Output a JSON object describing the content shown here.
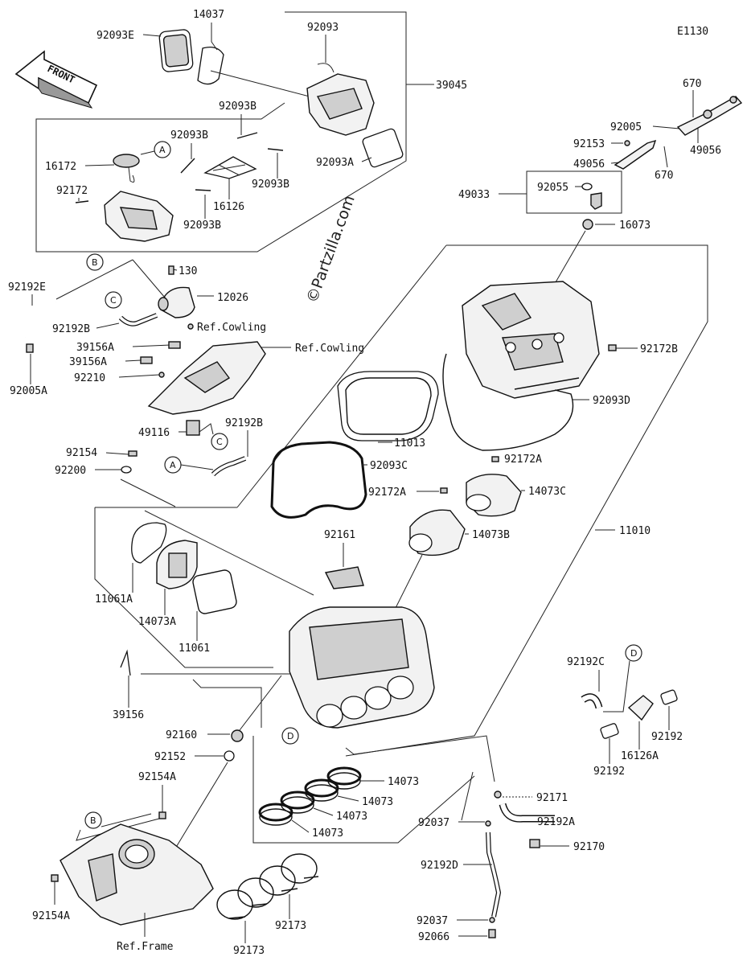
{
  "diagram_code": "E1130",
  "watermark": "©Partzilla.com",
  "front_label": "FRONT",
  "labels": {
    "p92093E": "92093E",
    "p14037": "14037",
    "p92093": "92093",
    "p39045": "39045",
    "p92093B_a": "92093B",
    "p92093B_b": "92093B",
    "p92093B_c": "92093B",
    "p92093B_d": "92093B",
    "p16172": "16172",
    "p92172": "92172",
    "p16126": "16126",
    "p92093A": "92093A",
    "p670_a": "670",
    "p670_b": "670",
    "p92005": "92005",
    "p92153": "92153",
    "p49056_a": "49056",
    "p49056_b": "49056",
    "p49033": "49033",
    "p92055": "92055",
    "p16073": "16073",
    "p130": "130",
    "p12026": "12026",
    "p92192E": "92192E",
    "p92192B_a": "92192B",
    "p92192B_b": "92192B",
    "p92005A": "92005A",
    "refCowling_a": "Ref.Cowling",
    "refCowling_b": "Ref.Cowling",
    "p39156A_a": "39156A",
    "p39156A_b": "39156A",
    "p92210": "92210",
    "p49116": "49116",
    "p92154": "92154",
    "p92200": "92200",
    "p92172B": "92172B",
    "p92093D": "92093D",
    "p11013": "11013",
    "p92093C": "92093C",
    "p92172A_a": "92172A",
    "p92172A_b": "92172A",
    "p14073C": "14073C",
    "p14073B": "14073B",
    "p11010": "11010",
    "p92161": "92161",
    "p11061A": "11061A",
    "p14073A": "14073A",
    "p11061": "11061",
    "p39156": "39156",
    "p92160": "92160",
    "p92152": "92152",
    "p92192C": "92192C",
    "p92192_a": "92192",
    "p92192_b": "92192",
    "p16126A": "16126A",
    "p14073_a": "14073",
    "p14073_b": "14073",
    "p14073_c": "14073",
    "p14073_d": "14073",
    "p92171": "92171",
    "p92192A": "92192A",
    "p92037_a": "92037",
    "p92037_b": "92037",
    "p92170": "92170",
    "p92192D": "92192D",
    "p92066": "92066",
    "p92154A_a": "92154A",
    "p92154A_b": "92154A",
    "refFrame": "Ref.Frame",
    "p92173_a": "92173",
    "p92173_b": "92173"
  },
  "callouts": {
    "A": "A",
    "B": "B",
    "C": "C",
    "D": "D"
  }
}
